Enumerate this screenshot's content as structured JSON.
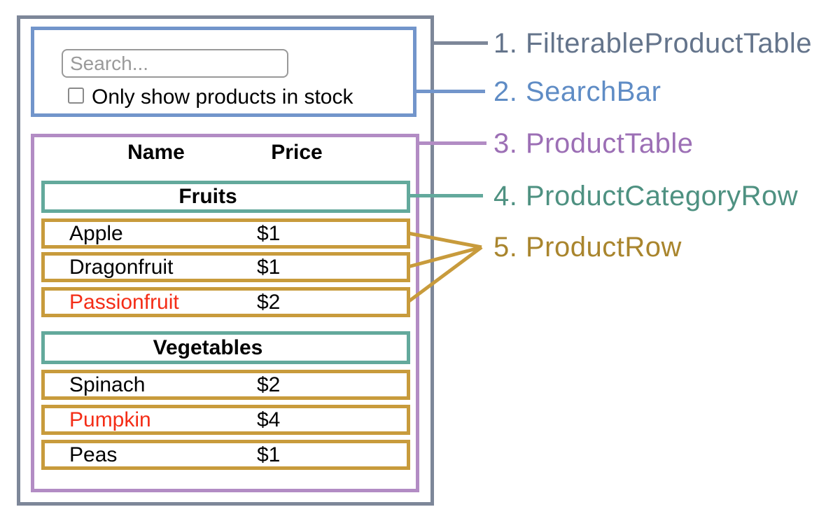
{
  "colors": {
    "slate": "#7d8799",
    "slate_text": "#64748b",
    "blue": "#7295cb",
    "blue_text": "#5f8cc5",
    "purple": "#b28cc4",
    "purple_text": "#9c6fb5",
    "teal": "#63a99c",
    "teal_text": "#4e9181",
    "gold": "#c89b3c",
    "gold_text": "#a9852d",
    "out_of_stock_red": "#f42d17",
    "input_border_gray": "#999999",
    "placeholder_gray": "#9a9a9a"
  },
  "legend": {
    "items": [
      {
        "label": "1. FilterableProductTable"
      },
      {
        "label": "2. SearchBar"
      },
      {
        "label": "3. ProductTable"
      },
      {
        "label": "4. ProductCategoryRow"
      },
      {
        "label": "5. ProductRow"
      }
    ]
  },
  "search_bar": {
    "input_placeholder": "Search...",
    "checkbox_label": "Only show products in stock"
  },
  "product_table": {
    "headers": {
      "name": "Name",
      "price": "Price"
    },
    "sections": [
      {
        "category": "Fruits",
        "rows": [
          {
            "name": "Apple",
            "price": "$1",
            "stocked": true
          },
          {
            "name": "Dragonfruit",
            "price": "$1",
            "stocked": true
          },
          {
            "name": "Passionfruit",
            "price": "$2",
            "stocked": false
          }
        ]
      },
      {
        "category": "Vegetables",
        "rows": [
          {
            "name": "Spinach",
            "price": "$2",
            "stocked": true
          },
          {
            "name": "Pumpkin",
            "price": "$4",
            "stocked": false
          },
          {
            "name": "Peas",
            "price": "$1",
            "stocked": true
          }
        ]
      }
    ]
  }
}
